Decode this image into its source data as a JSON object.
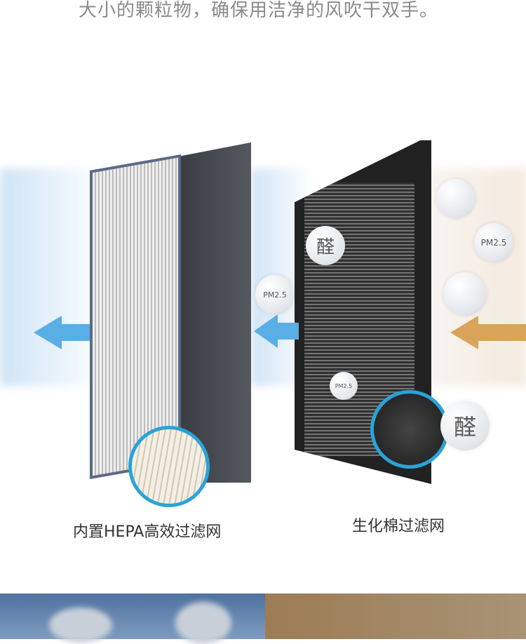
{
  "top_text": "大小的颗粒物，确保用洁净的风吹干双手。",
  "bubbles": {
    "formaldehyde_1": "醛",
    "pm25_1": "PM2.5",
    "pm25_2": "PM2.5",
    "pm25_3": "PM2.5",
    "formaldehyde_2": "醛"
  },
  "labels": {
    "hepa": "内置HEPA高效过滤网",
    "bio": "生化棉过滤网"
  },
  "colors": {
    "accent_blue": "#2aa3d8",
    "arrow_blue": "#5aaee6",
    "arrow_orange": "#d9a35a"
  }
}
